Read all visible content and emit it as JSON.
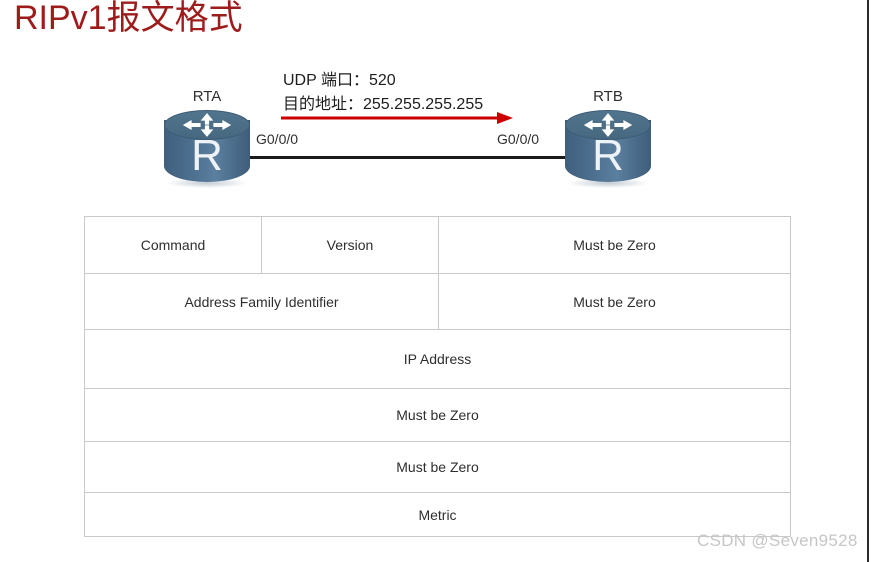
{
  "title": "RIPv1报文格式",
  "theme": {
    "title_color": "#9E1B1B",
    "router_color": "#4A6B8A",
    "arrow_color": "#CC0000",
    "table_border_color": "#C9C9C9",
    "watermark_color": "#C6C6C6"
  },
  "diagram": {
    "routers": [
      {
        "name": "RTA",
        "letter": "R",
        "interface": "G0/0/0"
      },
      {
        "name": "RTB",
        "letter": "R",
        "interface": "G0/0/0"
      }
    ],
    "annotations": [
      "UDP 端口：520",
      "目的地址：255.255.255.255"
    ],
    "flow_direction": "left-to-right"
  },
  "packet_table": {
    "rows": [
      {
        "cells": [
          {
            "text": "Command",
            "colspan": 1
          },
          {
            "text": "Version",
            "colspan": 1
          },
          {
            "text": "Must be Zero",
            "colspan": 2
          }
        ]
      },
      {
        "cells": [
          {
            "text": "Address Family Identifier",
            "colspan": 2
          },
          {
            "text": "Must be Zero",
            "colspan": 2
          }
        ]
      },
      {
        "cells": [
          {
            "text": "IP Address",
            "colspan": 4
          }
        ]
      },
      {
        "cells": [
          {
            "text": "Must be Zero",
            "colspan": 4
          }
        ]
      },
      {
        "cells": [
          {
            "text": "Must be Zero",
            "colspan": 4
          }
        ]
      },
      {
        "cells": [
          {
            "text": "Metric",
            "colspan": 4
          }
        ]
      }
    ]
  },
  "watermark": "CSDN @Seven9528"
}
